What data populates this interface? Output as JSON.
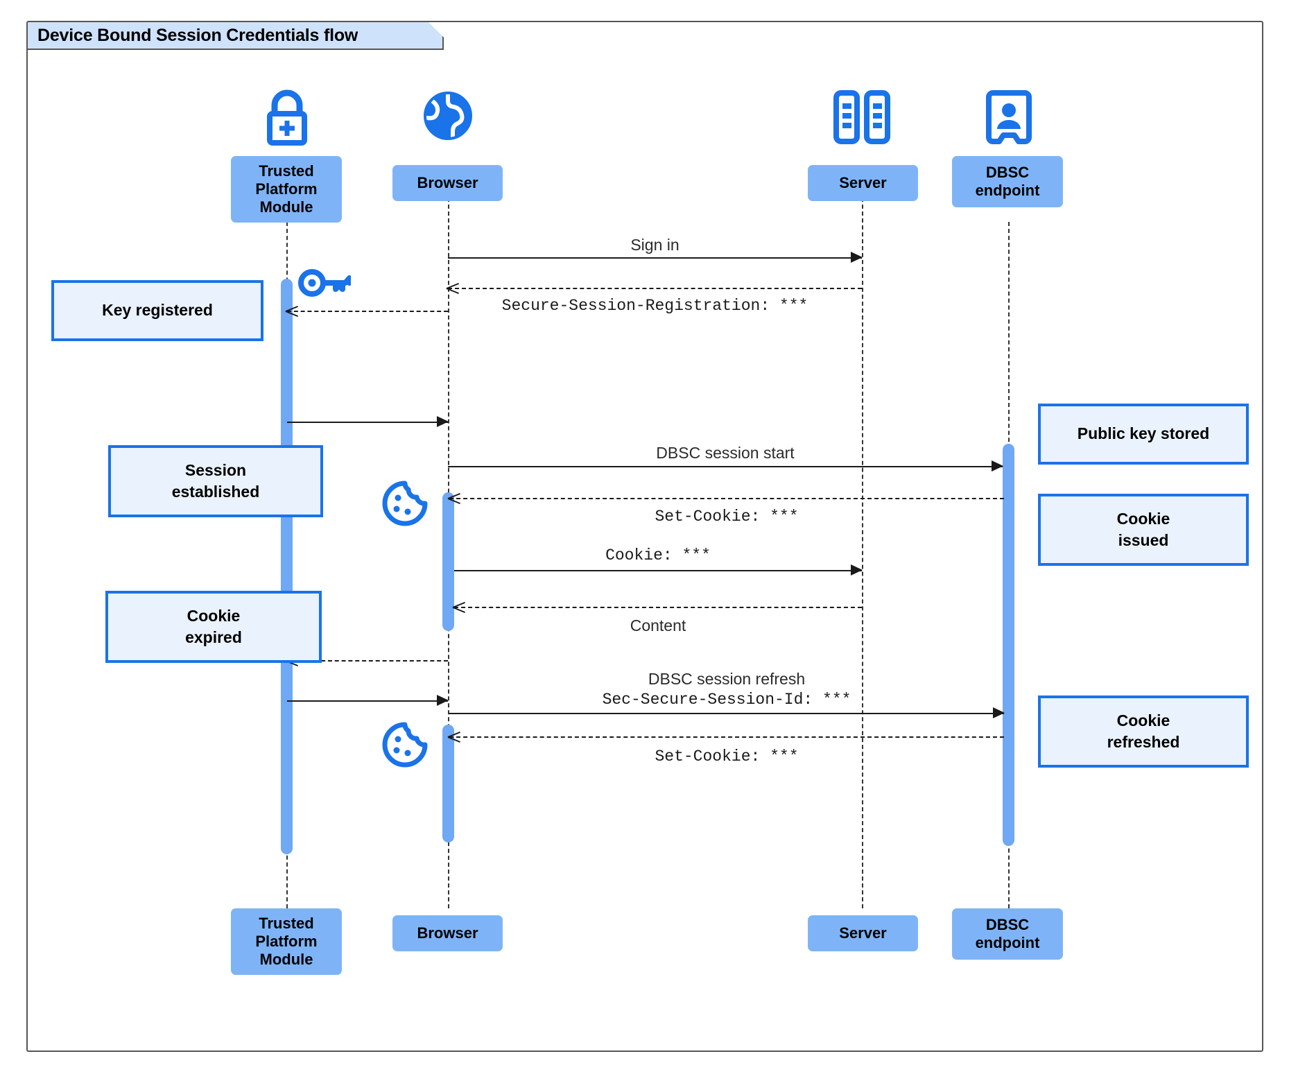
{
  "diagram": {
    "title": "Device Bound Session Credentials flow",
    "type": "uml-sequence-diagram",
    "colors": {
      "participant_fill": "#7eb4f7",
      "note_fill": "#eaf2fe",
      "note_border": "#1a73e8",
      "activation_fill": "#6fa8f5",
      "icon_blue": "#1a73e8",
      "frame_border": "#555555",
      "frame_label_fill": "#cfe2fb"
    }
  },
  "participants": [
    {
      "id": "tpm",
      "label": "Trusted\nPlatform\nModule",
      "icon": "lock-plus-icon"
    },
    {
      "id": "browser",
      "label": "Browser",
      "icon": "globe-icon"
    },
    {
      "id": "server",
      "label": "Server",
      "icon": "server-rack-icon"
    },
    {
      "id": "dbsc",
      "label": "DBSC\nendpoint",
      "icon": "id-badge-icon"
    }
  ],
  "messages": [
    {
      "id": "m1",
      "label": "Sign in",
      "style": "solid",
      "mono": false,
      "from": "browser",
      "to": "server"
    },
    {
      "id": "m2",
      "label": "Secure-Session-Registration: ***",
      "style": "dashed",
      "mono": true,
      "from": "server",
      "to": "browser"
    },
    {
      "id": "m3",
      "label": "",
      "style": "solid",
      "mono": false,
      "from": "tpm",
      "to": "browser"
    },
    {
      "id": "m4",
      "label": "DBSC session start",
      "style": "solid",
      "mono": false,
      "from": "browser",
      "to": "dbsc"
    },
    {
      "id": "m5",
      "label": "Set-Cookie: ***",
      "style": "dashed",
      "mono": true,
      "from": "dbsc",
      "to": "browser"
    },
    {
      "id": "m6",
      "label": "Cookie: ***",
      "style": "solid",
      "mono": true,
      "from": "browser",
      "to": "server"
    },
    {
      "id": "m7",
      "label": "Content",
      "style": "dashed",
      "mono": false,
      "from": "server",
      "to": "browser"
    },
    {
      "id": "m8",
      "label": "",
      "style": "dashed",
      "mono": false,
      "from": "browser",
      "to": "tpm"
    },
    {
      "id": "m9",
      "label": "DBSC session refresh\nSec-Secure-Session-Id: ***",
      "style": "solid",
      "mono": true,
      "from": "browser",
      "to": "dbsc"
    },
    {
      "id": "m10",
      "label": "",
      "style": "solid",
      "mono": false,
      "from": "tpm",
      "to": "browser"
    },
    {
      "id": "m11",
      "label": "Set-Cookie: ***",
      "style": "dashed",
      "mono": true,
      "from": "dbsc",
      "to": "browser"
    }
  ],
  "message_labels": {
    "sign_in": "Sign in",
    "secure_session_registration": "Secure-Session-Registration: ***",
    "dbsc_session_start": "DBSC session start",
    "set_cookie_1": "Set-Cookie: ***",
    "cookie": "Cookie: ***",
    "content": "Content",
    "dbsc_session_refresh": "DBSC session refresh",
    "sec_secure_session_id": "Sec-Secure-Session-Id: ***",
    "set_cookie_2": "Set-Cookie: ***"
  },
  "notes": [
    {
      "id": "n1",
      "text": "Key registered",
      "side": "left"
    },
    {
      "id": "n2",
      "text": "Session\nestablished",
      "side": "left"
    },
    {
      "id": "n3",
      "text": "Cookie\nexpired",
      "side": "left"
    },
    {
      "id": "n4",
      "text": "Public key stored",
      "side": "right"
    },
    {
      "id": "n5",
      "text": "Cookie\nissued",
      "side": "right"
    },
    {
      "id": "n6",
      "text": "Cookie\nrefreshed",
      "side": "right"
    }
  ],
  "note_text": {
    "key_registered": "Key registered",
    "session_established_l1": "Session",
    "session_established_l2": "established",
    "cookie_expired_l1": "Cookie",
    "cookie_expired_l2": "expired",
    "public_key_stored": "Public key stored",
    "cookie_issued_l1": "Cookie",
    "cookie_issued_l2": "issued",
    "cookie_refreshed_l1": "Cookie",
    "cookie_refreshed_l2": "refreshed"
  },
  "participant_labels": {
    "tpm_l1": "Trusted",
    "tpm_l2": "Platform",
    "tpm_l3": "Module",
    "browser": "Browser",
    "server": "Server",
    "dbsc_l1": "DBSC",
    "dbsc_l2": "endpoint"
  },
  "inline_icons": [
    {
      "id": "key",
      "name": "key-icon",
      "near": "tpm-activation-top"
    },
    {
      "id": "cookie1",
      "name": "cookie-icon",
      "near": "browser-activation-1"
    },
    {
      "id": "cookie2",
      "name": "cookie-icon",
      "near": "browser-activation-3"
    }
  ]
}
